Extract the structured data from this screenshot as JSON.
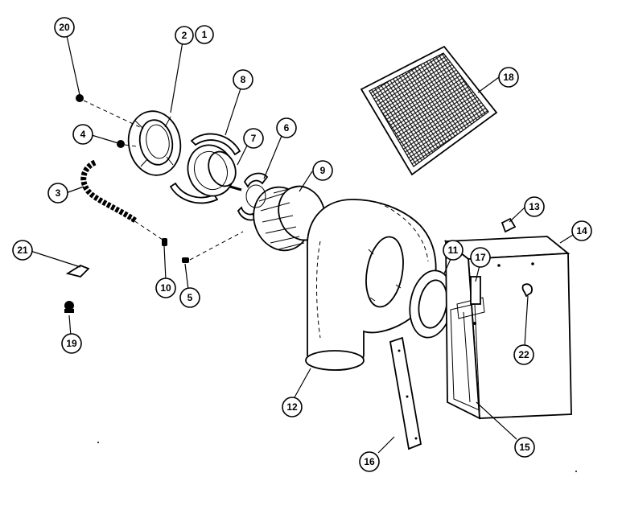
{
  "diagram": {
    "callouts": {
      "c1": "1",
      "c2": "2",
      "c3": "3",
      "c4": "4",
      "c5": "5",
      "c6": "6",
      "c7": "7",
      "c8": "8",
      "c9": "9",
      "c10": "10",
      "c11": "11",
      "c12": "12",
      "c13": "13",
      "c14": "14",
      "c15": "15",
      "c16": "16",
      "c17": "17",
      "c18": "18",
      "c19": "19",
      "c20": "20",
      "c21": "21",
      "c22": "22"
    },
    "colors": {
      "line": "#000000",
      "background": "#ffffff"
    }
  }
}
